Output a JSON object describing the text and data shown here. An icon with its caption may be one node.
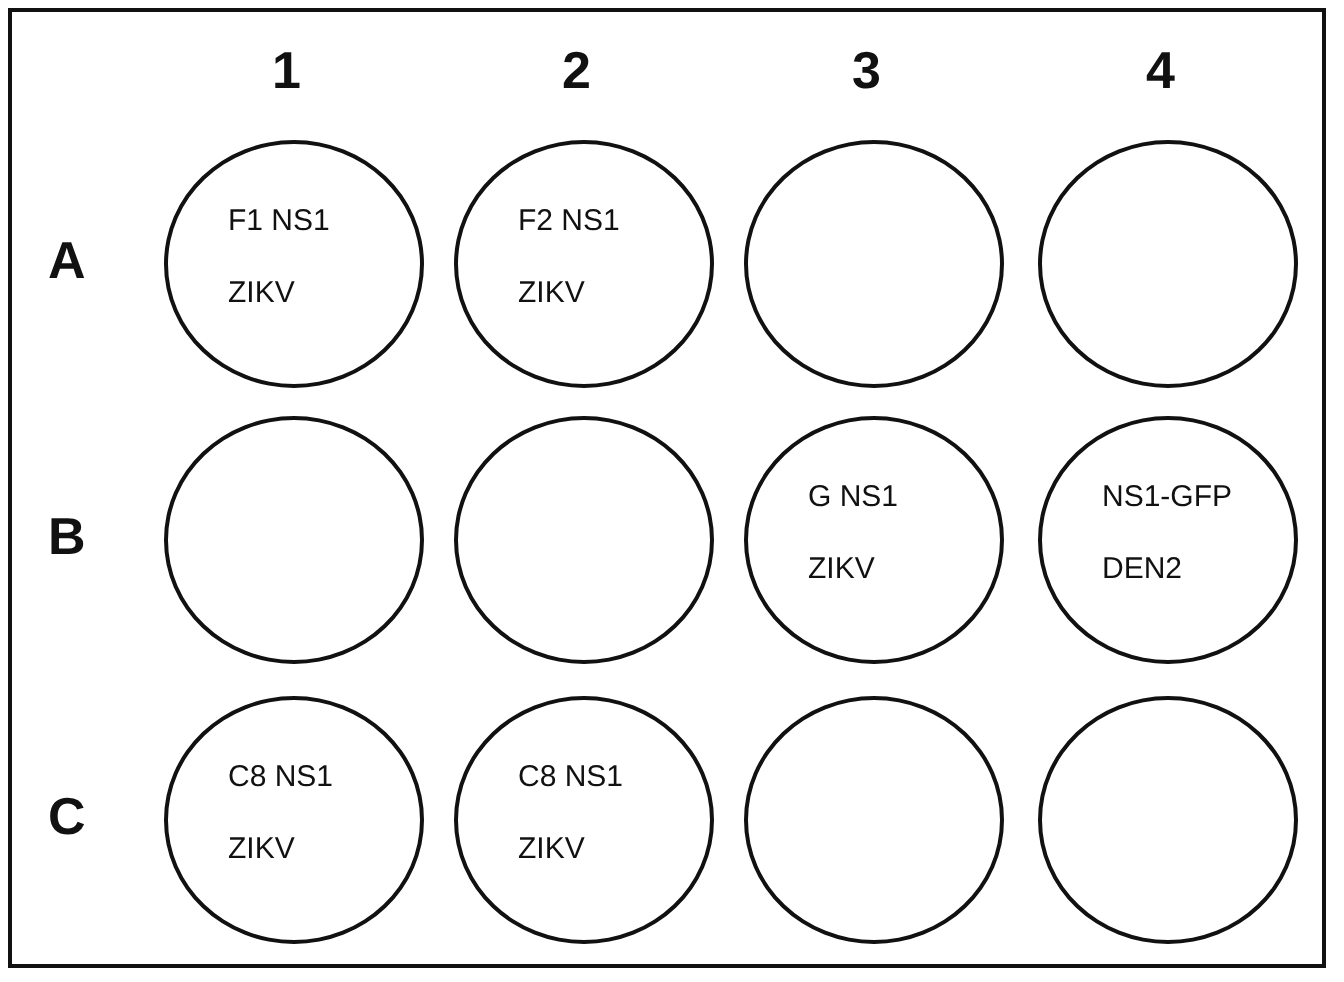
{
  "diagram": {
    "nodes": [
      {
        "text": [],
        "shape": "box"
      },
      {
        "text": [
          "F1 NS1",
          "ZIKV"
        ],
        "in": 0
      },
      {
        "text": [
          "F2 NS1",
          "ZIKV"
        ],
        "in": 0
      },
      {
        "text": [],
        "shape": "circle",
        "in": 0
      },
      {
        "text": [],
        "shape": "circle",
        "in": 0
      },
      {
        "text": [],
        "shape": "circle",
        "in": 0
      },
      {
        "text": [],
        "shape": "circle",
        "in": 0
      },
      {
        "text": [
          "G NS1",
          "ZIKV"
        ],
        "in": 0
      },
      {
        "text": [
          "NS1-GFP",
          "DEN2"
        ],
        "in": 0
      },
      {
        "text": [
          "C8 NS1",
          "ZIKV"
        ],
        "in": 0
      },
      {
        "text": [
          "C8 NS1",
          "ZIKV"
        ],
        "in": 0
      },
      {
        "text": [],
        "shape": "circle",
        "in": 0
      },
      {
        "text": [],
        "shape": "circle",
        "in": 0
      }
    ],
    "labels": [
      "1",
      "2",
      "3",
      "4",
      "A",
      "B",
      "C"
    ]
  }
}
